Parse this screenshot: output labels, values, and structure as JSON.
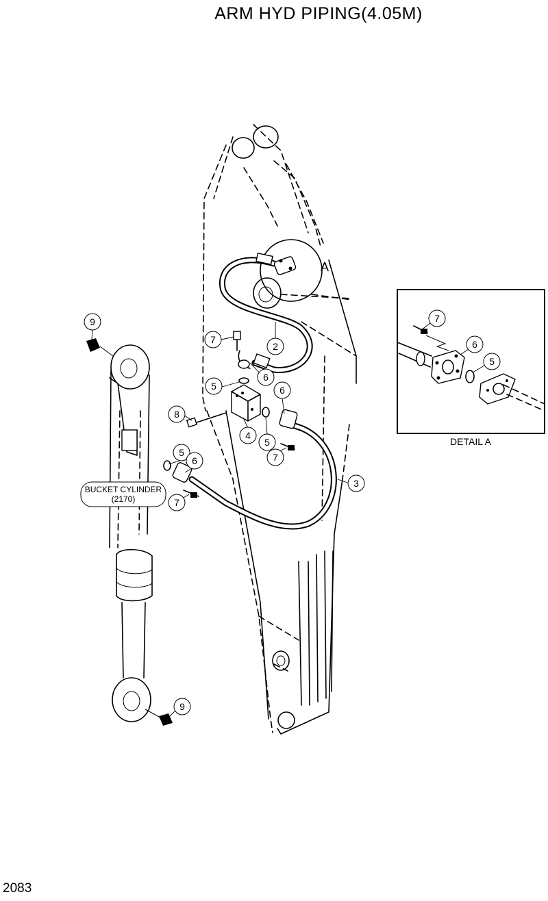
{
  "title": "ARM HYD PIPING(4.05M)",
  "page_number": "2083",
  "detail_label": "DETAIL  A",
  "section_marker": "A",
  "bucket_cylinder": {
    "line1": "BUCKET CYLINDER",
    "line2": "(2170)"
  },
  "callouts": [
    "9",
    "7",
    "2",
    "6",
    "5",
    "8",
    "4",
    "6",
    "5",
    "7",
    "3",
    "5",
    "6",
    "7",
    "9",
    "7",
    "6",
    "5"
  ]
}
